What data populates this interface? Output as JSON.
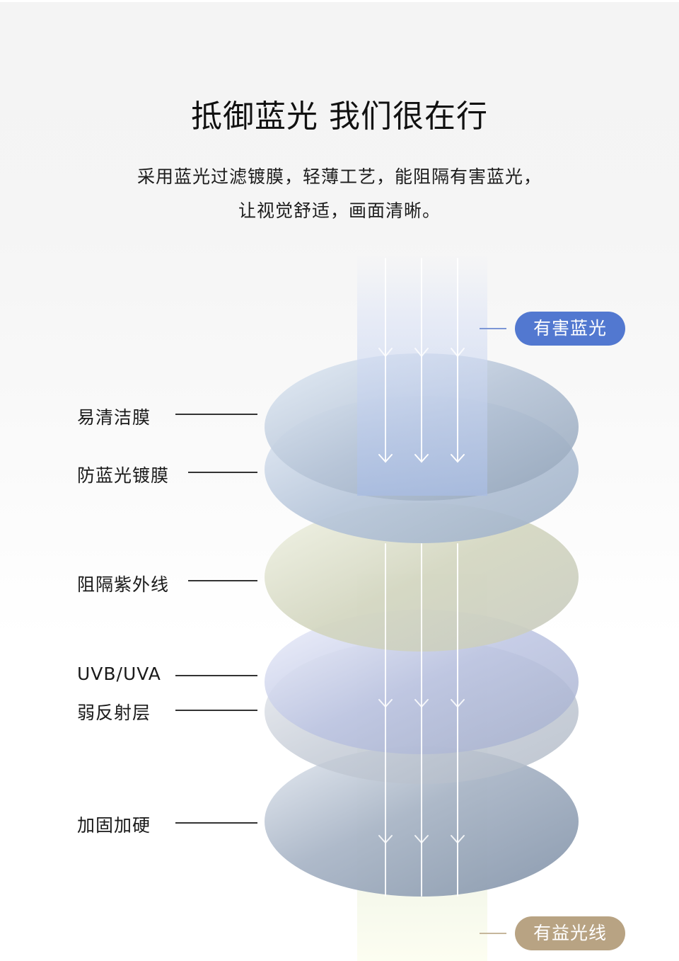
{
  "headline": "抵御蓝光 我们很在行",
  "subtitle": {
    "line1": "采用蓝光过滤镀膜，轻薄工艺，能阻隔有害蓝光，",
    "line2": "让视觉舒适，画面清晰。"
  },
  "light_tags": {
    "harmful": {
      "label": "有害蓝光",
      "color": "#5278d0"
    },
    "beneficial": {
      "label": "有益光线",
      "color": "#b8a383"
    }
  },
  "layers": [
    {
      "label": "易清洁膜"
    },
    {
      "label": "防蓝光镀膜"
    },
    {
      "label": "阻隔紫外线"
    },
    {
      "label": "UVB/UVA"
    },
    {
      "label": "弱反射层"
    },
    {
      "label": "加固加硬"
    }
  ]
}
